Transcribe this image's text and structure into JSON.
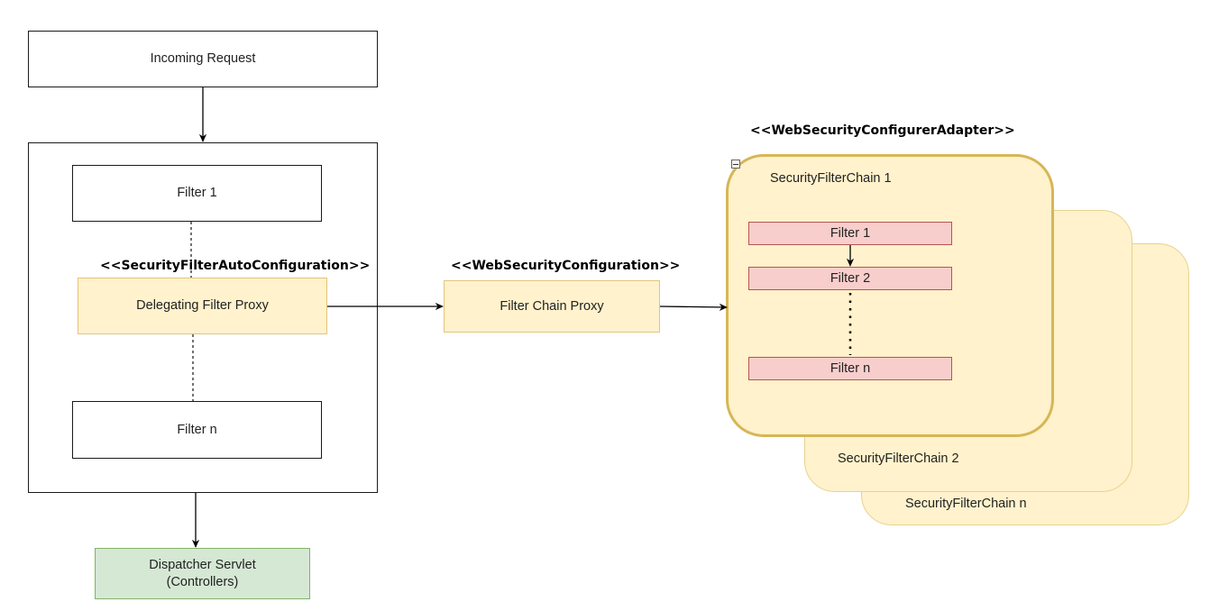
{
  "diagram": {
    "incoming_request": "Incoming Request",
    "servlet_filters": {
      "filter_1": "Filter 1",
      "filter_n": "Filter n"
    },
    "security_filter_auto_configuration": "<<SecurityFilterAutoConfiguration>>",
    "delegating_filter_proxy": "Delegating Filter Proxy",
    "web_security_configuration": "<<WebSecurityConfiguration>>",
    "filter_chain_proxy": "Filter Chain Proxy",
    "web_security_configurer_adapter": "<<WebSecurityConfigurerAdapter>>",
    "security_filter_chains": {
      "chain_1": "SecurityFilterChain 1",
      "chain_2": "SecurityFilterChain 2",
      "chain_n": "SecurityFilterChain n"
    },
    "chain_filters": {
      "filter_1": "Filter 1",
      "filter_2": "Filter 2",
      "filter_n": "Filter n"
    },
    "dispatcher_servlet": {
      "line1": "Dispatcher Servlet",
      "line2": "(Controllers)"
    },
    "icons": {
      "collapse": "collapse-minus-icon"
    },
    "colors": {
      "yellow_fill": "#fff2cc",
      "yellow_stroke": "#d6b656",
      "pink_fill": "#f8cecc",
      "pink_stroke": "#b85450",
      "green_fill": "#d5e8d4",
      "green_stroke": "#82b366"
    }
  }
}
